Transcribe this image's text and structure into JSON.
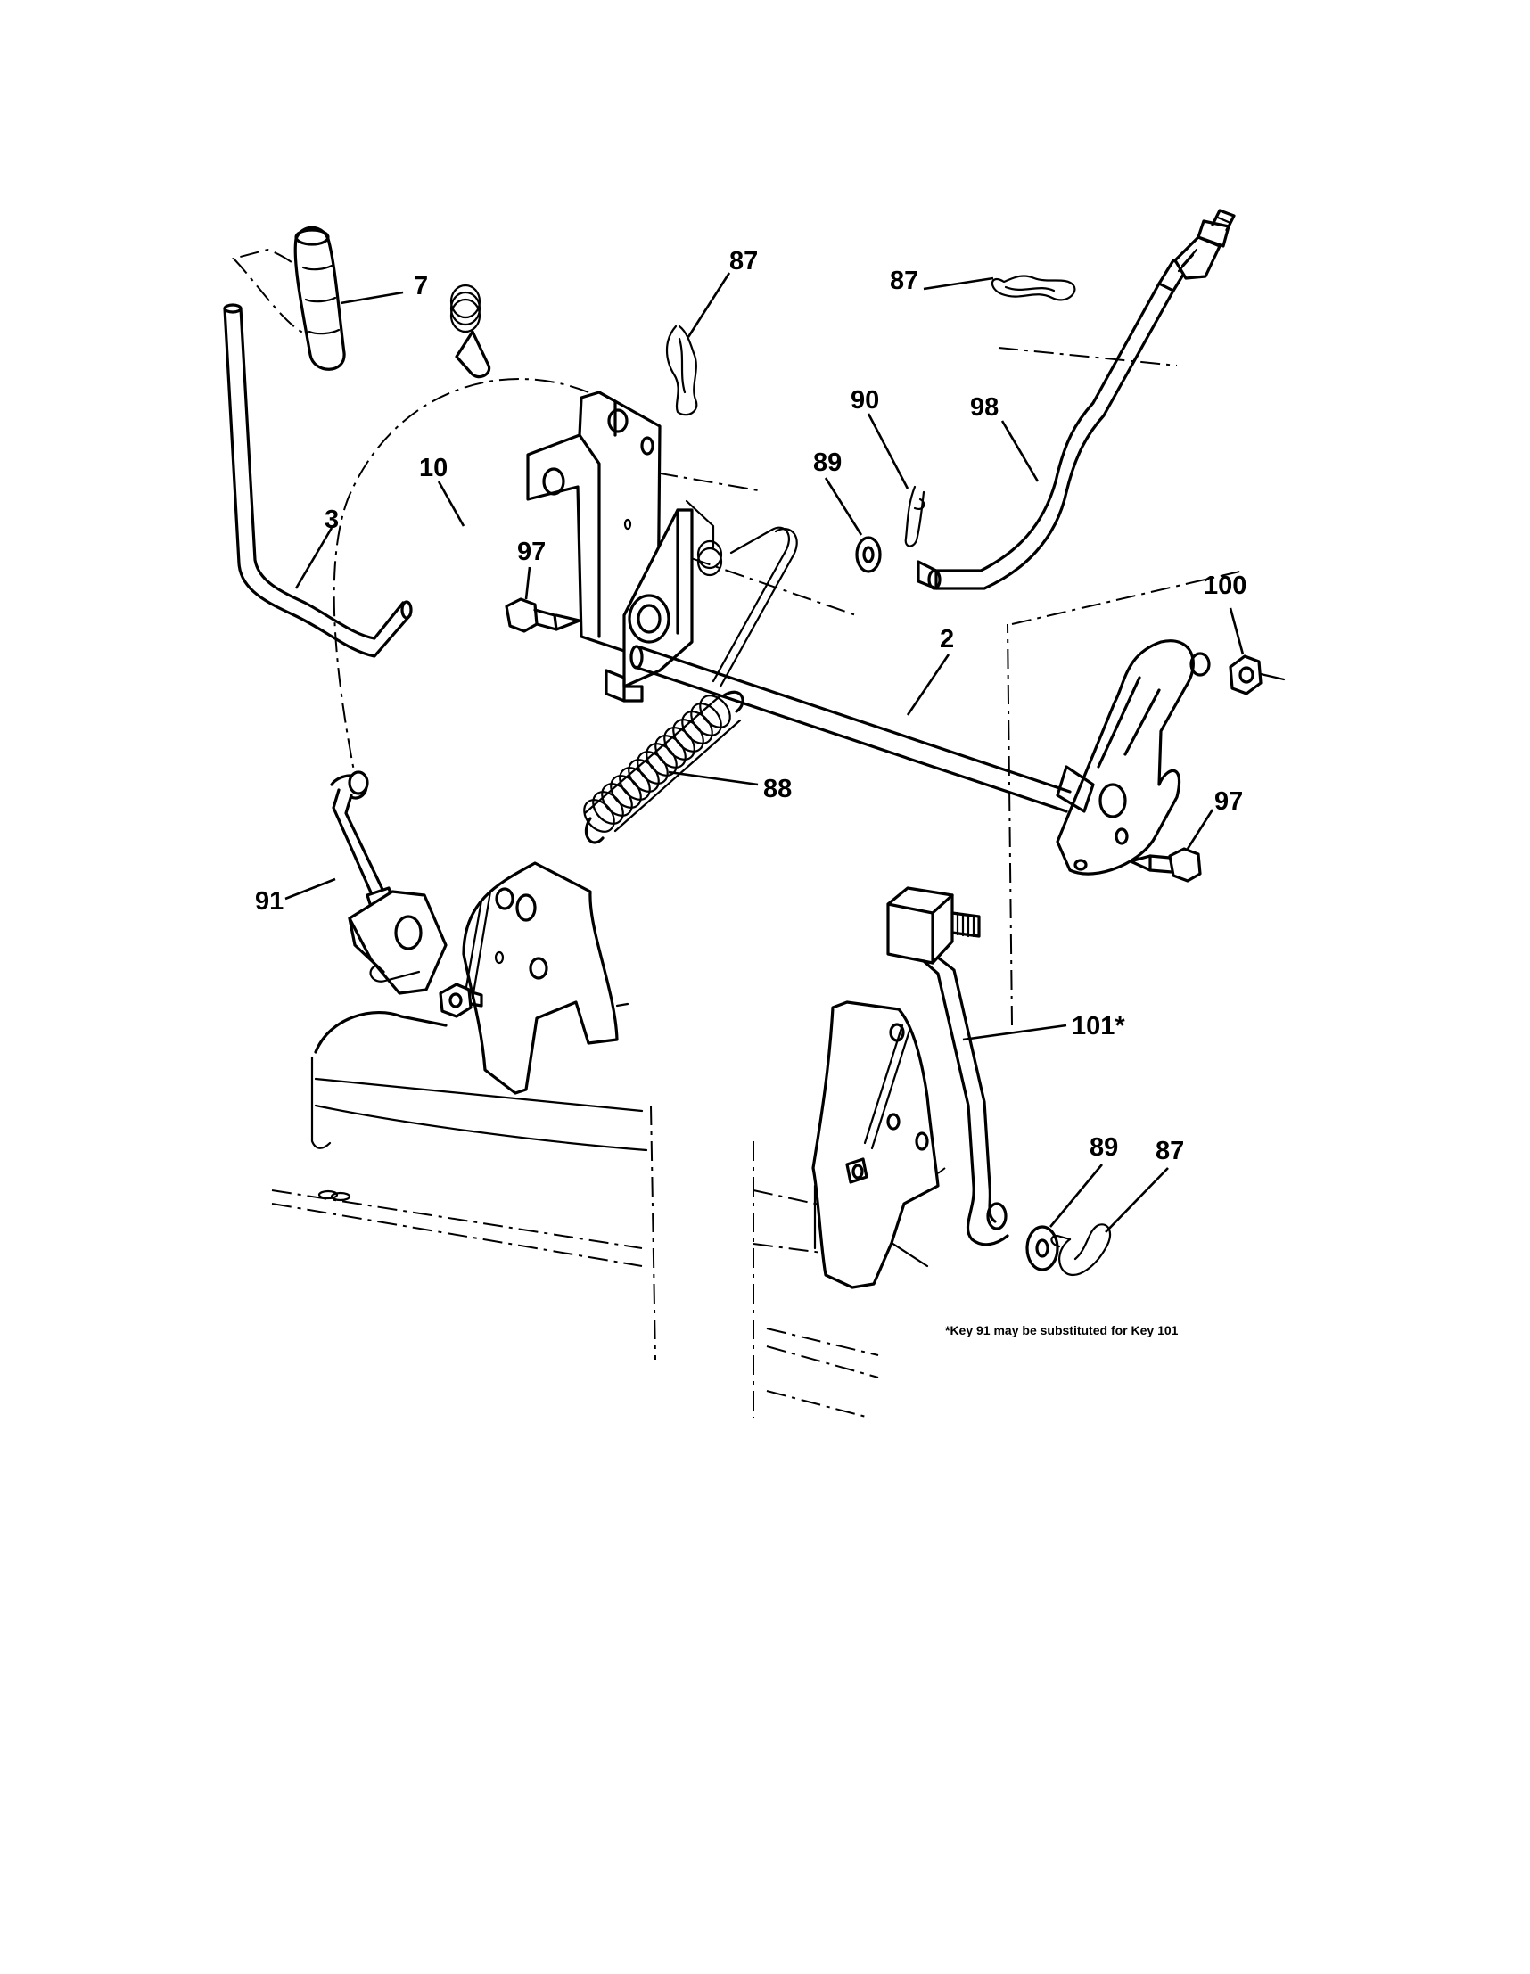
{
  "callouts": {
    "c7": "7",
    "c3": "3",
    "c10": "10",
    "c97_top": "97",
    "c87_top": "87",
    "c87_right": "87",
    "c90": "90",
    "c89_top": "89",
    "c98": "98",
    "c100": "100",
    "c2": "2",
    "c88": "88",
    "c97_right": "97",
    "c91": "91",
    "c101": "101*",
    "c89_bottom": "89",
    "c87_bottom": "87"
  },
  "footnote": "*Key 91 may be substituted for Key 101"
}
